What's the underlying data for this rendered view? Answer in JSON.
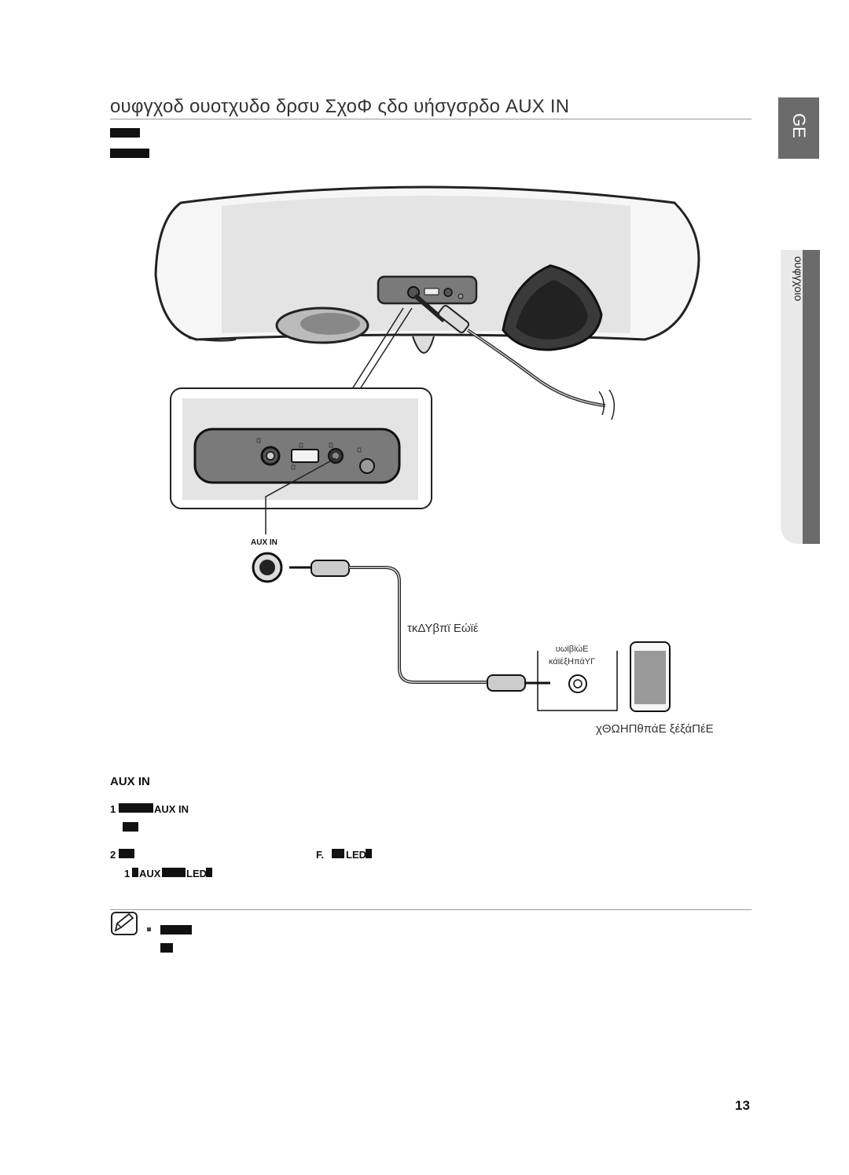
{
  "header": {
    "title": "ουφγχοδ ουοτχυδο δρσυ ΣχοΦ ςδο υήσγσρδο AUX IN"
  },
  "side_tabs": {
    "language": "GE",
    "section": "ουφγχοιο"
  },
  "illustration": {
    "port_label_aux_in": "AUX IN",
    "cable_label": "τκΔΥβπϊ Εώϊέ",
    "audio_out_label_line1": "υωϊβϊώΕ",
    "audio_out_label_line2": "κάϊέξΗπάΥΓ",
    "device_label": "χΘΩΗΠθπάΕ ξέξάΠέΕ"
  },
  "section": {
    "heading": "AUX IN",
    "step1_visible": "1 AUX IN",
    "step2_number": "2",
    "step2_visible": "F. LED",
    "step2_sub": "1 AUX LED"
  },
  "page_number": "13"
}
